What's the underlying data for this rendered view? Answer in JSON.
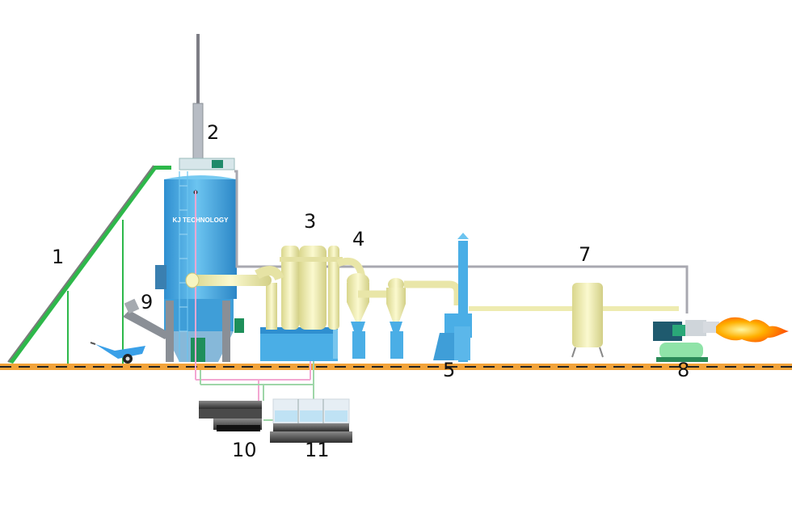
{
  "brand_text": "KJ TECHNOLOGY",
  "labels": {
    "l1": "1",
    "l2": "2",
    "l3": "3",
    "l4": "4",
    "l5": "5",
    "l7": "7",
    "l8": "8",
    "l9": "9",
    "l10": "10",
    "l11": "11"
  },
  "colors": {
    "ground": "#f2a33a",
    "ground_dash": "#222222",
    "conveyor_green": "#2db84a",
    "vessel_blue": "#4aaee6",
    "pipe_yellow": "#f4f2b2",
    "gas_pipe_gray": "#a8a8b0",
    "flame_orange": "#ff6a00",
    "pump_green": "#8fe3a8"
  }
}
